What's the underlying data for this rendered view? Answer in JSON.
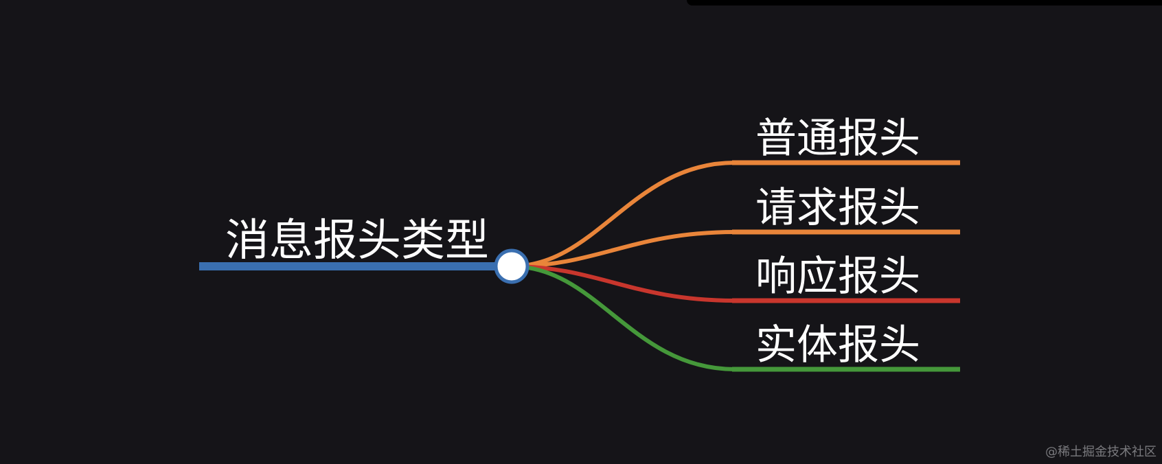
{
  "root": {
    "label": "消息报头类型",
    "color": "#3a6fb0"
  },
  "branches": [
    {
      "label": "普通报头",
      "color": "#e9853a"
    },
    {
      "label": "请求报头",
      "color": "#e9853a"
    },
    {
      "label": "响应报头",
      "color": "#c8362d"
    },
    {
      "label": "实体报头",
      "color": "#45983a"
    }
  ],
  "watermark": "@稀土掘金技术社区"
}
